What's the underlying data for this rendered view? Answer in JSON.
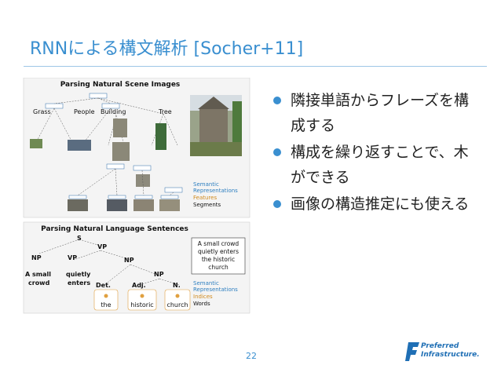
{
  "slide": {
    "title": "RNNによる構文解析 [Socher+11]",
    "page_number": "22",
    "bullets": [
      "隣接単語からフレーズを構成する",
      "構成を繰り返すことで、木ができる",
      "画像の構造推定にも使える"
    ],
    "logo": {
      "line1": "Preferred",
      "line2": "Infrastructure."
    }
  },
  "figure": {
    "top_title": "Parsing Natural Scene Images",
    "scene_labels": [
      "Grass",
      "People",
      "Building",
      "Tree"
    ],
    "top_legend": [
      "Semantic",
      "Representations",
      "Features",
      "Segments"
    ],
    "bottom_title": "Parsing Natural Language Sentences",
    "tree_labels": {
      "s": "S",
      "vp_top": "VP",
      "np_left": "NP",
      "vp_mid": "VP",
      "np_mid": "NP",
      "np_low": "NP"
    },
    "phrases": {
      "a_small": "A small",
      "crowd": "crowd",
      "quietly": "quietly",
      "enters": "enters"
    },
    "pos_tags": [
      "Det.",
      "Adj.",
      "N."
    ],
    "words": [
      "the",
      "historic",
      "church"
    ],
    "sentence_box": [
      "A small crowd",
      "quietly enters",
      "the historic",
      "church"
    ],
    "bottom_legend": [
      "Semantic",
      "Representations",
      "Indices",
      "Words"
    ],
    "colors": {
      "semantic": "#2e7fc0",
      "features": "#d08a1e",
      "indices": "#d08a1e"
    }
  }
}
